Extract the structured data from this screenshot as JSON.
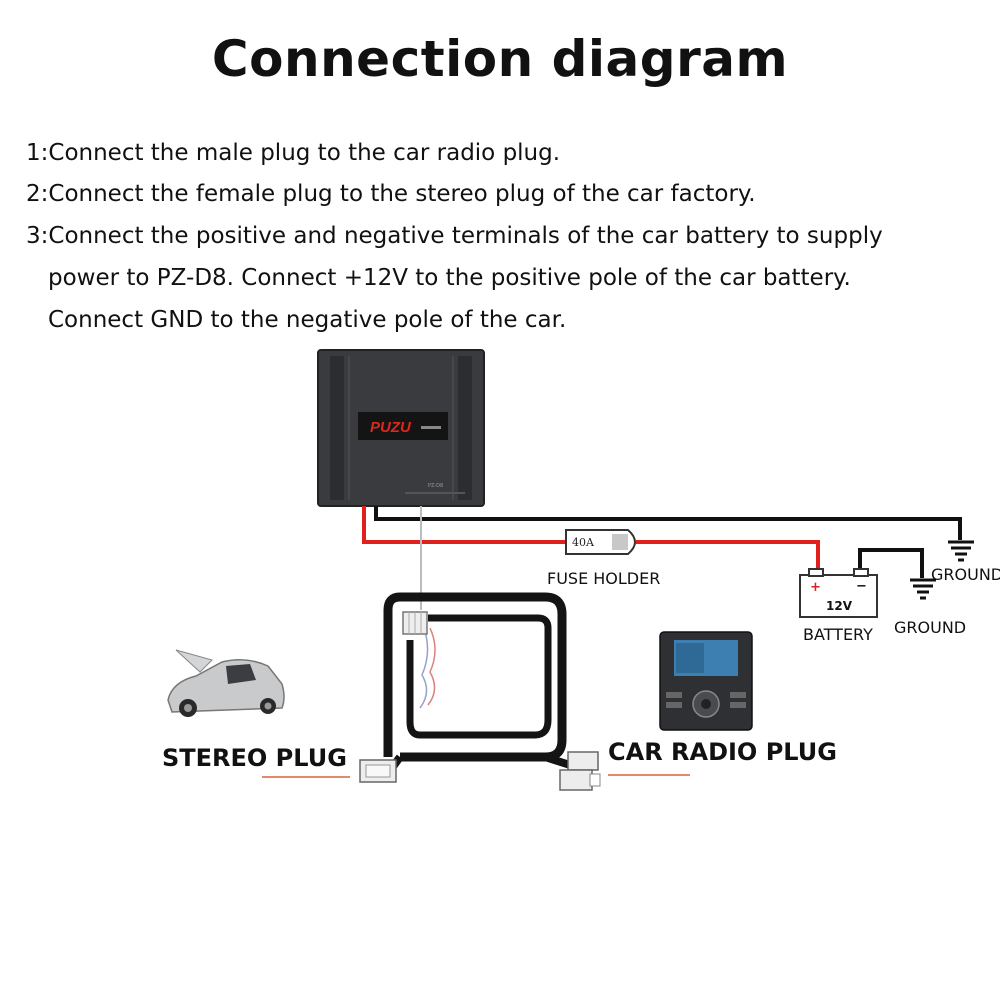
{
  "title": "Connection diagram",
  "instructions": [
    "1:Connect the male plug to the car radio plug.",
    "2:Connect the female plug to the stereo plug of the car factory.",
    "3:Connect the positive and negative terminals of the car battery to supply",
    "power to PZ-D8. Connect +12V to the positive pole of the car battery.",
    "Connect GND to the negative pole of the car."
  ],
  "device": {
    "brand": "PUZU",
    "model": "PZ-D8"
  },
  "labels": {
    "fuse_value": "40A",
    "fuse_holder": "FUSE HOLDER",
    "battery_plus": "+",
    "battery_minus": "−",
    "battery_voltage": "12V",
    "battery": "BATTERY",
    "ground_1": "GROUND",
    "ground_2": "GROUND",
    "stereo_plug": "STEREO PLUG",
    "car_radio_plug": "CAR RADIO PLUG"
  },
  "colors": {
    "positive_wire": "#e0201c",
    "ground_wire": "#111111",
    "device_body": "#3a3b3e",
    "brand_red": "#d9281e",
    "label_underline": "#d8623a"
  }
}
